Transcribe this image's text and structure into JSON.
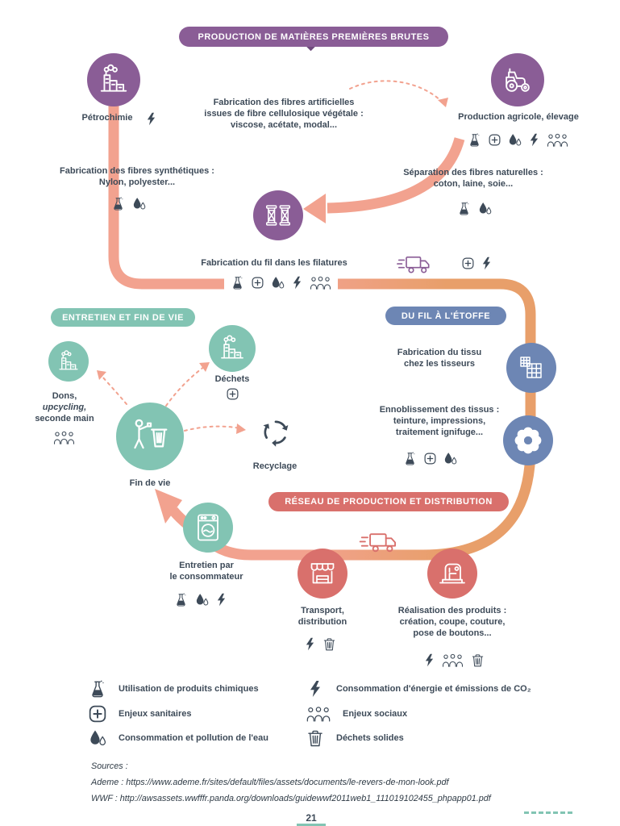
{
  "colors": {
    "purple": "#8a5d96",
    "purple_dark": "#6f4b7d",
    "teal": "#82c4b3",
    "blue": "#6d86b4",
    "coral": "#d9706c",
    "salmon": "#f2a28f",
    "orange": "#e89f6a",
    "ink": "#3d4a58"
  },
  "banners": {
    "production": "PRODUCTION DE MATIÈRES PREMIÈRES BRUTES",
    "entretien": "ENTRETIEN ET FIN DE VIE",
    "du_fil": "DU FIL À L'ÉTOFFE",
    "reseau": "RÉSEAU DE PRODUCTION ET DISTRIBUTION"
  },
  "nodes": {
    "petrochimie": {
      "label": "Pétrochimie",
      "impacts": [
        "bolt"
      ]
    },
    "agricole": {
      "label": "Production agricole, élevage",
      "impacts": [
        "flask",
        "plus",
        "drops",
        "bolt",
        "people"
      ]
    },
    "fibres_artificielles": {
      "line1": "Fabrication des fibres artificielles",
      "line2": "issues de fibre cellulosique végétale :",
      "line3": "viscose, acétate, modal..."
    },
    "fibres_synthetiques": {
      "line1": "Fabrication des fibres synthétiques :",
      "line2": "Nylon, polyester...",
      "impacts": [
        "flask",
        "drops"
      ]
    },
    "fibres_naturelles": {
      "line1": "Séparation des fibres naturelles :",
      "line2": "coton, laine, soie...",
      "impacts": [
        "flask",
        "drops"
      ]
    },
    "filatures": {
      "label": "Fabrication du fil dans les filatures",
      "impacts": [
        "flask",
        "plus",
        "drops",
        "bolt",
        "people"
      ]
    },
    "transport_fil": {
      "impacts": [
        "plus",
        "bolt"
      ]
    },
    "tissu": {
      "line1": "Fabrication du tissu",
      "line2": "chez les tisseurs"
    },
    "ennoblissement": {
      "line1": "Ennoblissement des tissus :",
      "line2": "teinture, impressions,",
      "line3": "traitement ignifuge...",
      "impacts": [
        "flask",
        "plus",
        "drops"
      ]
    },
    "dechets": {
      "label": "Déchets",
      "impacts": [
        "plus"
      ]
    },
    "dons": {
      "line1": "Dons,",
      "line2": "upcycling,",
      "line3": "seconde main",
      "impacts": [
        "people"
      ]
    },
    "fin_de_vie": {
      "label": "Fin de vie"
    },
    "recyclage": {
      "label": "Recyclage"
    },
    "entretien_conso": {
      "line1": "Entretien par",
      "line2": "le consommateur",
      "impacts": [
        "flask",
        "drops",
        "bolt"
      ]
    },
    "transport_distribution": {
      "line1": "Transport,",
      "line2": "distribution",
      "impacts": [
        "bolt",
        "trash"
      ]
    },
    "realisation": {
      "line1": "Réalisation des produits :",
      "line2": "création, coupe, couture,",
      "line3": "pose de boutons...",
      "impacts": [
        "bolt",
        "people",
        "trash"
      ]
    }
  },
  "legend": {
    "left": [
      {
        "icon": "flask",
        "label": "Utilisation de produits chimiques"
      },
      {
        "icon": "plus",
        "label": "Enjeux sanitaires"
      },
      {
        "icon": "drops",
        "label": "Consommation et pollution de l'eau"
      }
    ],
    "right": [
      {
        "icon": "bolt",
        "label": "Consommation d'énergie et émissions de CO₂"
      },
      {
        "icon": "people",
        "label": "Enjeux sociaux"
      },
      {
        "icon": "trash",
        "label": "Déchets solides"
      }
    ]
  },
  "sources": {
    "title": "Sources :",
    "line1": "Ademe : https://www.ademe.fr/sites/default/files/assets/documents/le-revers-de-mon-look.pdf",
    "line2": "WWF : http://awsassets.wwfffr.panda.org/downloads/guidewwf2011web1_111019102455_phpapp01.pdf"
  },
  "page_number": "21"
}
